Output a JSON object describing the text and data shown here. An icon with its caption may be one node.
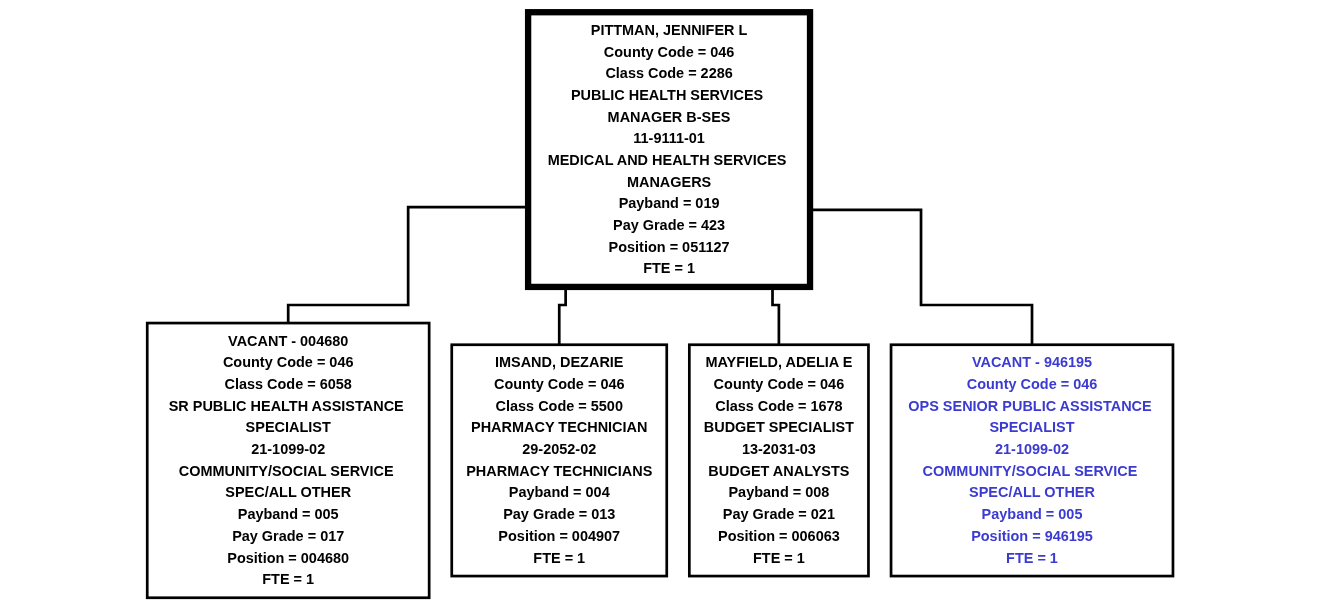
{
  "diagram": {
    "nodes": [
      {
        "text": [
          "PITTMAN, JENNIFER L",
          "County Code = 046",
          "Class Code = 2286",
          "PUBLIC HEALTH SERVICES MANAGER B-SES",
          "11-9111-01",
          "MEDICAL AND HEALTH SERVICES MANAGERS",
          "Payband = 019",
          "Pay Grade = 423",
          "Position = 051127",
          "FTE = 1"
        ]
      },
      {
        "text": [
          "VACANT - 004680",
          "County Code = 046",
          "Class Code = 6058",
          "SR PUBLIC HEALTH ASSISTANCE SPECIALIST",
          "21-1099-02",
          "COMMUNITY/SOCIAL SERVICE SPEC/ALL OTHER",
          "Payband = 005",
          "Pay Grade = 017",
          "Position = 004680",
          "FTE = 1"
        ]
      },
      {
        "text": [
          "IMSAND, DEZARIE",
          "County Code = 046",
          "Class Code = 5500",
          "PHARMACY TECHNICIAN",
          "29-2052-02",
          "PHARMACY TECHNICIANS",
          "Payband = 004",
          "Pay Grade = 013",
          "Position = 004907",
          "FTE = 1"
        ]
      },
      {
        "text": [
          "MAYFIELD, ADELIA E",
          "County Code = 046",
          "Class Code = 1678",
          "BUDGET SPECIALIST",
          "13-2031-03",
          "BUDGET ANALYSTS",
          "Payband = 008",
          "Pay Grade = 021",
          "Position = 006063",
          "FTE = 1"
        ]
      },
      {
        "text": [
          "VACANT - 946195",
          "County Code = 046",
          "OPS SENIOR PUBLIC ASSISTANCE SPECIALIST",
          "21-1099-02",
          "COMMUNITY/SOCIAL SERVICE SPEC/ALL OTHER",
          "Payband = 005",
          "Position = 946195",
          "FTE = 1"
        ]
      }
    ],
    "edges": [
      {
        "from": 0,
        "to": 1,
        "arrow": "none"
      },
      {
        "from": 0,
        "to": 2,
        "arrow": "none"
      },
      {
        "from": 0,
        "to": 3,
        "arrow": "none"
      },
      {
        "from": 0,
        "to": 4,
        "arrow": "none"
      }
    ]
  }
}
